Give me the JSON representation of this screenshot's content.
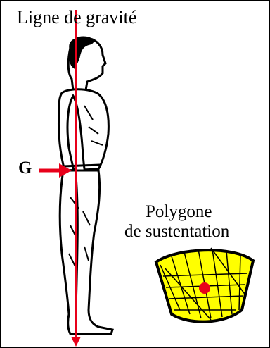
{
  "title": "Ligne de gravité",
  "center_of_gravity_label": "G",
  "support_polygon_label": {
    "line1": "Polygone",
    "line2": "de sustentation"
  },
  "colors": {
    "gravity_line": "#e8001a",
    "polygon_fill": "#ffff00",
    "center_point": "#e8001a",
    "outline": "#000000"
  }
}
